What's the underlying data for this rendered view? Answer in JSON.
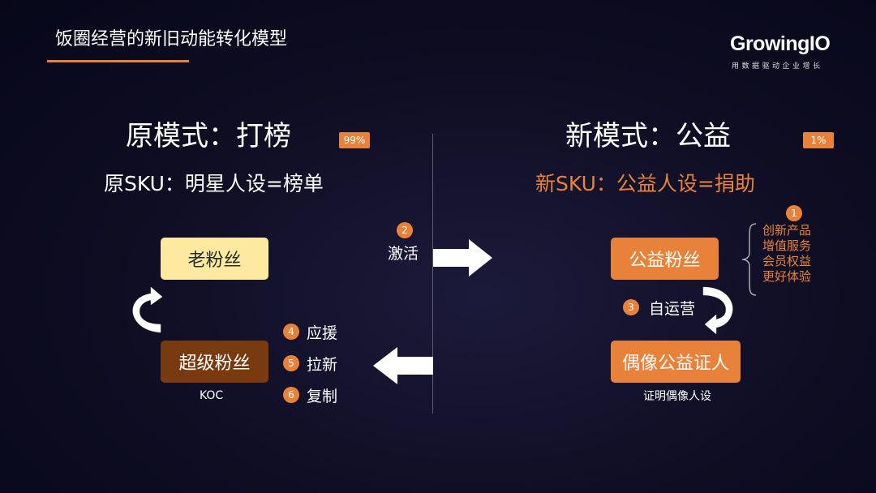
{
  "header": {
    "title": "饭圈经营的新旧动能转化模型",
    "logo": "GrowingIO",
    "logo_sub": "用数据驱动企业增长"
  },
  "left": {
    "mode_title": "原模式：打榜",
    "percent": "99%",
    "sku": "原SKU：明星人设=榜单",
    "box_top": "老粉丝",
    "box_bottom": "超级粉丝",
    "box_bottom_sub": "KOC"
  },
  "center": {
    "activate_num": "2",
    "activate_label": "激活",
    "steps": [
      {
        "num": "4",
        "label": "应援"
      },
      {
        "num": "5",
        "label": "拉新"
      },
      {
        "num": "6",
        "label": "复制"
      }
    ]
  },
  "right": {
    "mode_title": "新模式：公益",
    "percent": "1%",
    "sku": "新SKU：公益人设=捐助",
    "box_top": "公益粉丝",
    "box_bottom": "偶像公益证人",
    "box_bottom_sub": "证明偶像人设",
    "self_op_num": "3",
    "self_op_label": "自运营",
    "list_num": "1",
    "list_items": [
      "创新产品",
      "增值服务",
      "会员权益",
      "更好体验"
    ]
  },
  "colors": {
    "accent": "#e8823a",
    "old_fans_bg": "#fde9a0",
    "super_fans_bg": "#7a3a10"
  }
}
